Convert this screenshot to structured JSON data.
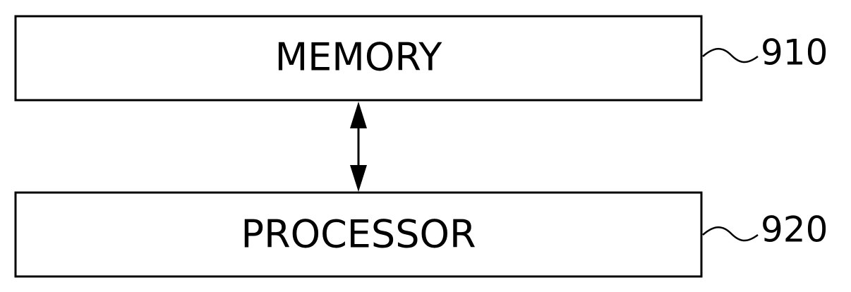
{
  "diagram": {
    "blocks": [
      {
        "id": "memory",
        "label": "MEMORY",
        "ref": "910"
      },
      {
        "id": "processor",
        "label": "PROCESSOR",
        "ref": "920"
      }
    ],
    "connections": [
      {
        "from": "memory",
        "to": "processor",
        "direction": "bidirectional"
      }
    ],
    "colors": {
      "stroke": "#000000",
      "background": "#ffffff"
    }
  }
}
